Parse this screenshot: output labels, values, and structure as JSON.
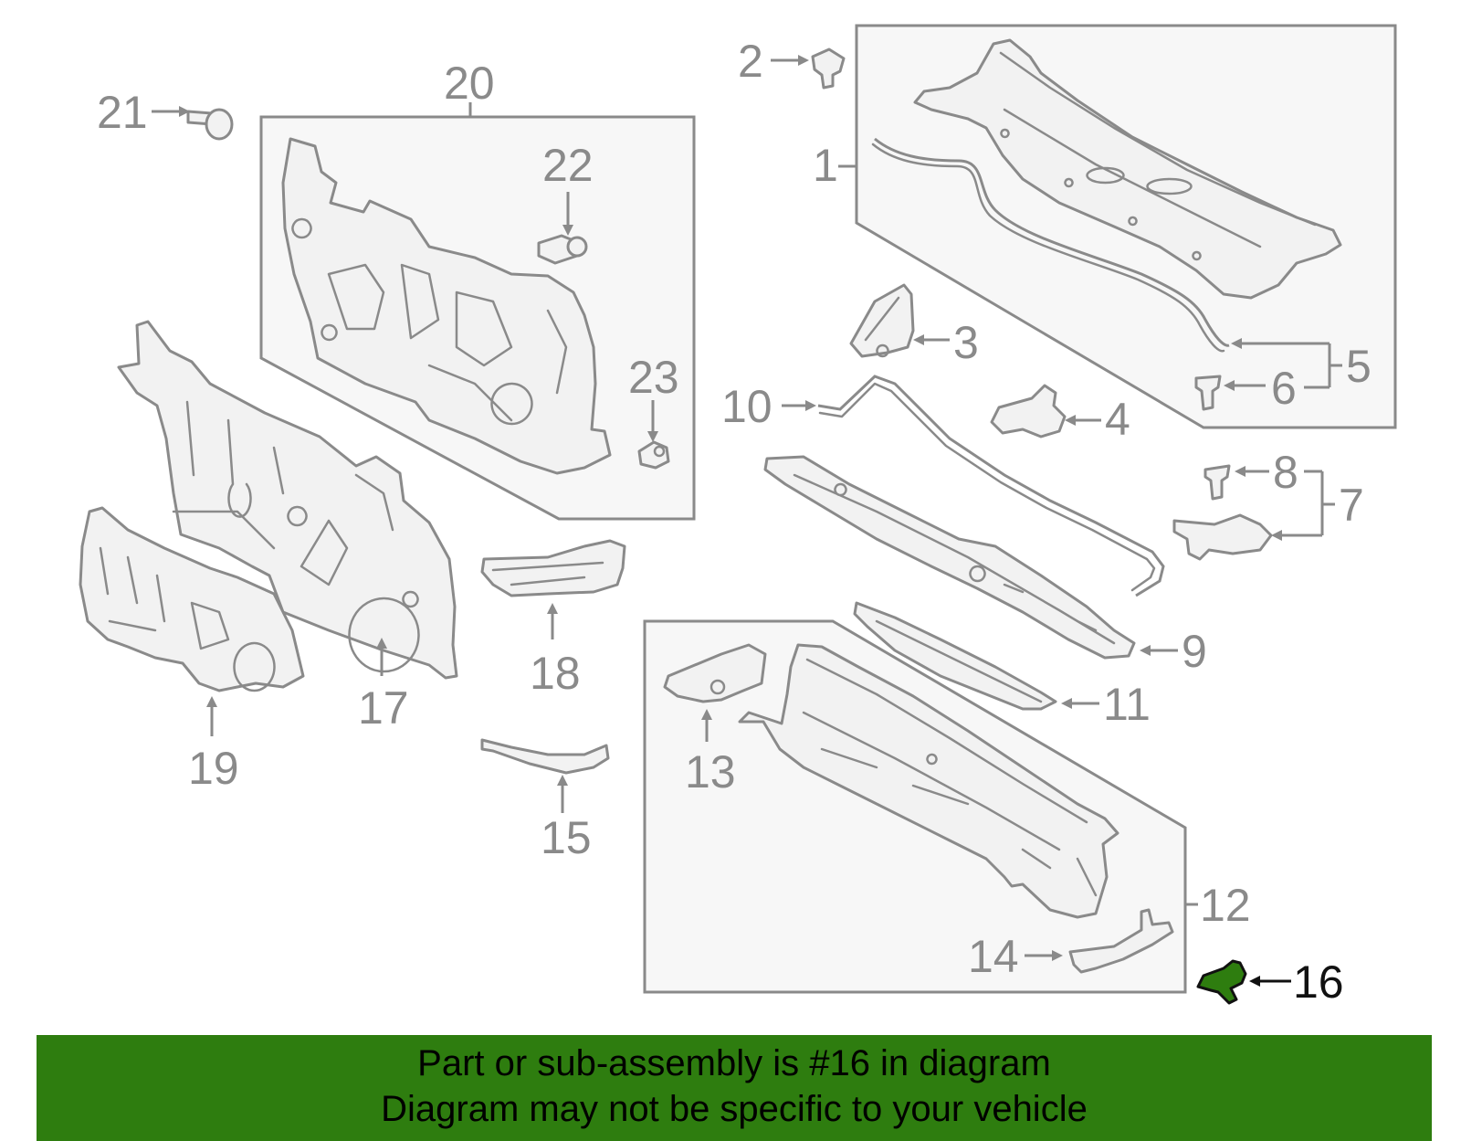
{
  "labels": {
    "p1": "1",
    "p2": "2",
    "p3": "3",
    "p4": "4",
    "p5": "5",
    "p6": "6",
    "p7": "7",
    "p8": "8",
    "p9": "9",
    "p10": "10",
    "p11": "11",
    "p12": "12",
    "p13": "13",
    "p14": "14",
    "p15": "15",
    "p16": "16",
    "p17": "17",
    "p18": "18",
    "p19": "19",
    "p20": "20",
    "p21": "21",
    "p22": "22",
    "p23": "23"
  },
  "highlight": {
    "part": "16",
    "color": "#2e7d0f"
  },
  "banner": {
    "line1": "Part or sub-assembly is #16 in diagram",
    "line2": "Diagram may not be specific to your vehicle",
    "color": "#2e7d0f"
  }
}
